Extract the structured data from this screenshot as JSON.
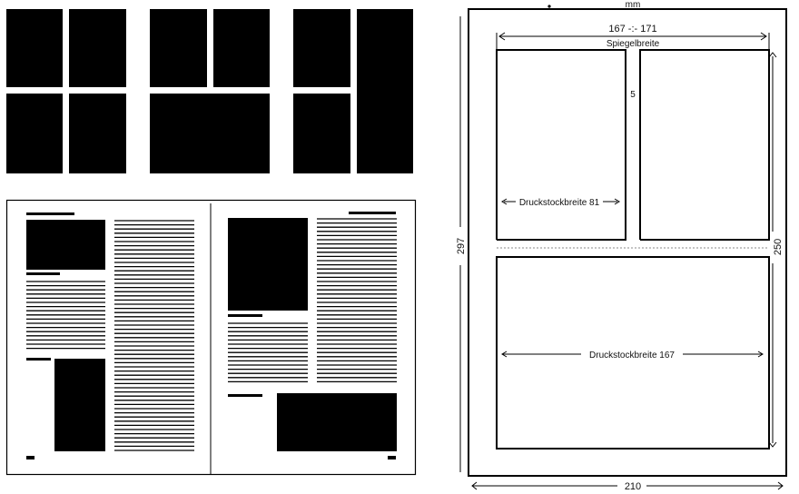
{
  "diagram": {
    "unit_label": "mm",
    "type_area_width": "167 -:- 171",
    "type_area_label": "Spiegelbreite",
    "gutter": "5",
    "block_width_half": "Druckstockbreite 81",
    "block_width_full": "Druckstockbreite 167",
    "page_height": "297",
    "type_area_height": "250",
    "page_width": "210"
  }
}
